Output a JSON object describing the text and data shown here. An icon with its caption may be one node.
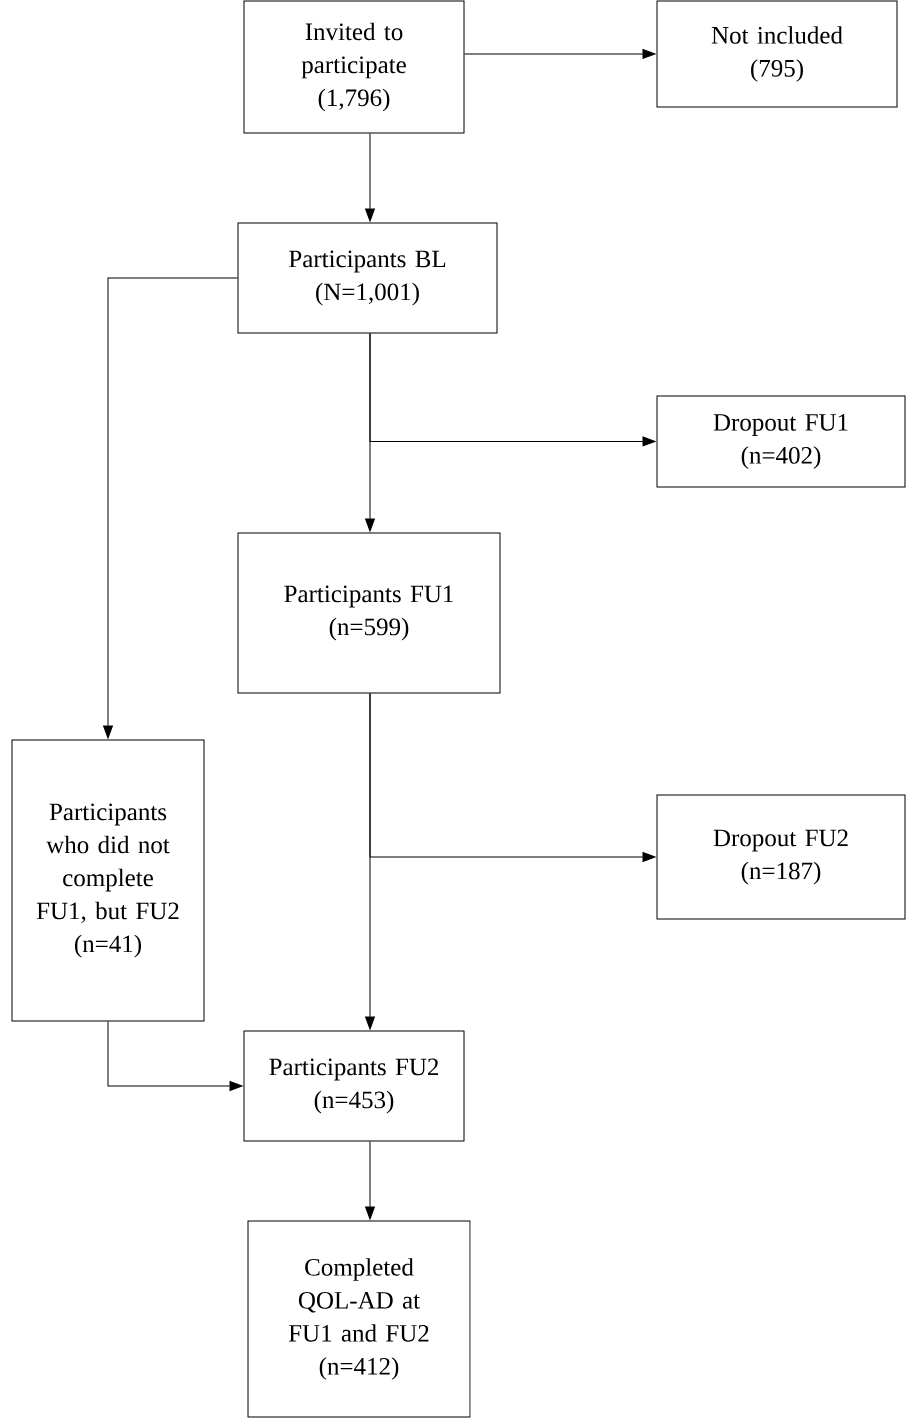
{
  "diagram": {
    "nodes": [
      {
        "text": [
          "Invited to participate",
          "(1,796)"
        ]
      },
      {
        "text": [
          "Not included",
          "(795)"
        ]
      },
      {
        "text": [
          "Participants BL",
          "(N=1,001)"
        ]
      },
      {
        "text": [
          "Dropout FU1",
          "(n=402)"
        ]
      },
      {
        "text": [
          "Participants FU1",
          "(n=599)"
        ]
      },
      {
        "text": [
          "Participants who did not complete FU1, but FU2",
          "(n=41)"
        ]
      },
      {
        "text": [
          "Dropout FU2",
          "(n=187)"
        ]
      },
      {
        "text": [
          "Participants FU2",
          "(n=453)"
        ]
      },
      {
        "text": [
          "Completed QOL-AD at FU1 and FU2",
          "(n=412)"
        ]
      }
    ],
    "edges": [
      {
        "from": 0,
        "to": 1,
        "arrow": "to"
      },
      {
        "from": 0,
        "to": 2,
        "arrow": "to"
      },
      {
        "from": 2,
        "to": 3,
        "arrow": "to"
      },
      {
        "from": 2,
        "to": 4,
        "arrow": "to"
      },
      {
        "from": 2,
        "to": 5,
        "arrow": "to"
      },
      {
        "from": 4,
        "to": 6,
        "arrow": "to"
      },
      {
        "from": 4,
        "to": 7,
        "arrow": "to"
      },
      {
        "from": 5,
        "to": 7,
        "arrow": "to"
      },
      {
        "from": 7,
        "to": 8,
        "arrow": "to"
      }
    ]
  }
}
